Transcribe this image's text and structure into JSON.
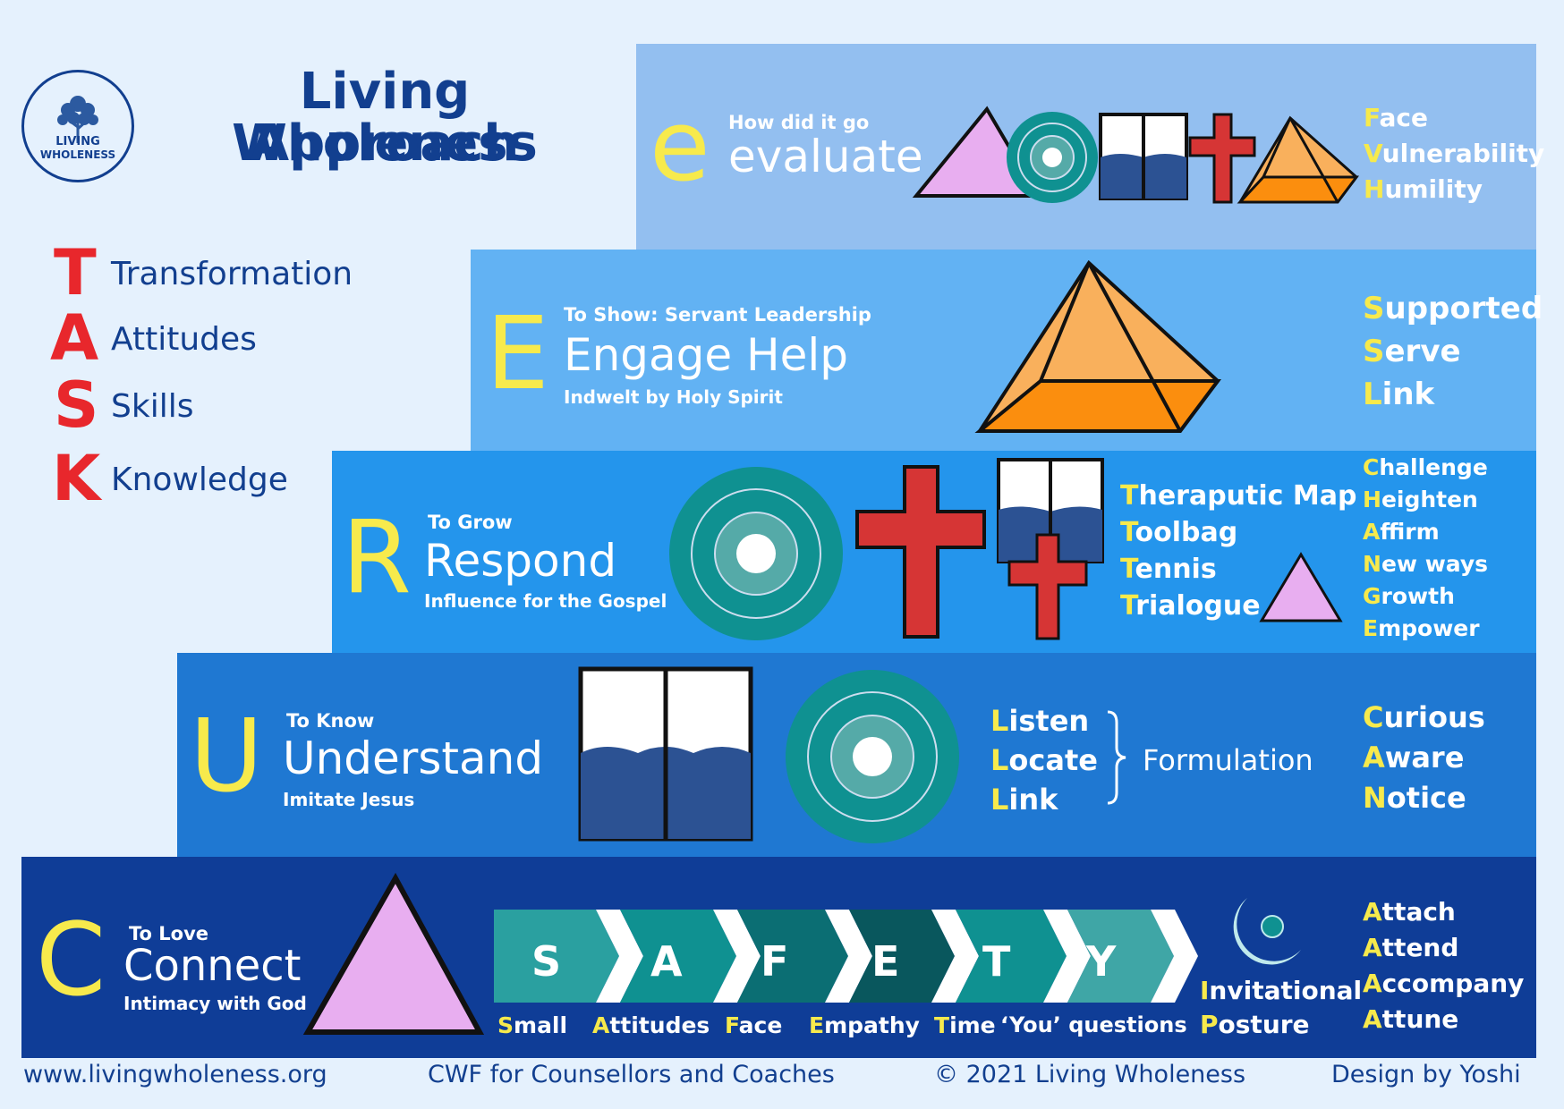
{
  "header": {
    "logo_text_1": "LIVING",
    "logo_text_2": "WHOLENESS",
    "title_line1": "Living Wholeness",
    "title_line2": "Approach"
  },
  "task": [
    {
      "letter": "T",
      "word": "Transformation"
    },
    {
      "letter": "A",
      "word": "Attitudes"
    },
    {
      "letter": "S",
      "word": "Skills"
    },
    {
      "letter": "K",
      "word": "Knowledge"
    }
  ],
  "steps": {
    "evaluate": {
      "letter": "e",
      "pre": "How did it go",
      "title": "evaluate",
      "list": [
        {
          "i": "F",
          "rest": "ace"
        },
        {
          "i": "V",
          "rest": "ulnerability"
        },
        {
          "i": "H",
          "rest": "umility"
        }
      ]
    },
    "engage": {
      "letter": "E",
      "pre": "To Show: Servant Leadership",
      "title": "Engage Help",
      "sub": "Indwelt by Holy Spirit",
      "list": [
        {
          "i": "S",
          "rest": "upported"
        },
        {
          "i": "S",
          "rest": "erve"
        },
        {
          "i": "L",
          "rest": "ink"
        }
      ]
    },
    "respond": {
      "letter": "R",
      "pre": "To Grow",
      "title": "Respond",
      "sub": "Influence for the Gospel",
      "tools": [
        {
          "i": "T",
          "rest": "heraputic Map"
        },
        {
          "i": "T",
          "rest": "oolbag"
        },
        {
          "i": "T",
          "rest": "ennis"
        },
        {
          "i": "T",
          "rest": "rialogue"
        }
      ],
      "list": [
        {
          "i": "C",
          "rest": "hallenge"
        },
        {
          "i": "H",
          "rest": "eighten"
        },
        {
          "i": "A",
          "rest": "ffirm"
        },
        {
          "i": "N",
          "rest": "ew ways"
        },
        {
          "i": "G",
          "rest": "rowth"
        },
        {
          "i": "E",
          "rest": "mpower"
        }
      ]
    },
    "understand": {
      "letter": "U",
      "pre": "To Know",
      "title": "Understand",
      "sub": "Imitate Jesus",
      "lll": [
        {
          "i": "L",
          "rest": "isten"
        },
        {
          "i": "L",
          "rest": "ocate"
        },
        {
          "i": "L",
          "rest": "ink"
        }
      ],
      "formulation": "Formulation",
      "list": [
        {
          "i": "C",
          "rest": "urious"
        },
        {
          "i": "A",
          "rest": "ware"
        },
        {
          "i": "N",
          "rest": "otice"
        }
      ]
    },
    "connect": {
      "letter": "C",
      "pre": "To Love",
      "title": "Connect",
      "sub": "Intimacy with God",
      "safety_letters": [
        "S",
        "A",
        "F",
        "E",
        "T",
        "Y"
      ],
      "safety_words": [
        {
          "i": "S",
          "rest": "mall"
        },
        {
          "i": "A",
          "rest": "ttitudes"
        },
        {
          "i": "F",
          "rest": "ace"
        },
        {
          "i": "E",
          "rest": "mpathy"
        },
        {
          "i": "T",
          "rest": "ime"
        },
        {
          "i": "",
          "rest": "‘You’ questions"
        }
      ],
      "posture": [
        {
          "i": "I",
          "rest": "nvitational"
        },
        {
          "i": "P",
          "rest": "osture"
        }
      ],
      "list": [
        {
          "i": "A",
          "rest": "ttach"
        },
        {
          "i": "A",
          "rest": "ttend"
        },
        {
          "i": "A",
          "rest": "ccompany"
        },
        {
          "i": "A",
          "rest": "ttune"
        }
      ]
    }
  },
  "footer": {
    "url": "www.livingwholeness.org",
    "cwf": "CWF for Counsellors and Coaches",
    "copyright": "© 2021 Living Wholeness",
    "design": "Design by Yoshi"
  },
  "colors": {
    "background": "#e5f1fd",
    "navy": "#123f8f",
    "yellow": "#f7ea4c",
    "red": "#e8272c",
    "step_evaluate": "#93bff0",
    "step_engage": "#62b2f3",
    "step_respond": "#2495ec",
    "step_understand": "#1f78d2",
    "step_connect": "#0f3d97",
    "teal": "#0f9191",
    "lilac": "#e8aef0",
    "orange": "#f9b05c",
    "cross": "#d63535"
  }
}
